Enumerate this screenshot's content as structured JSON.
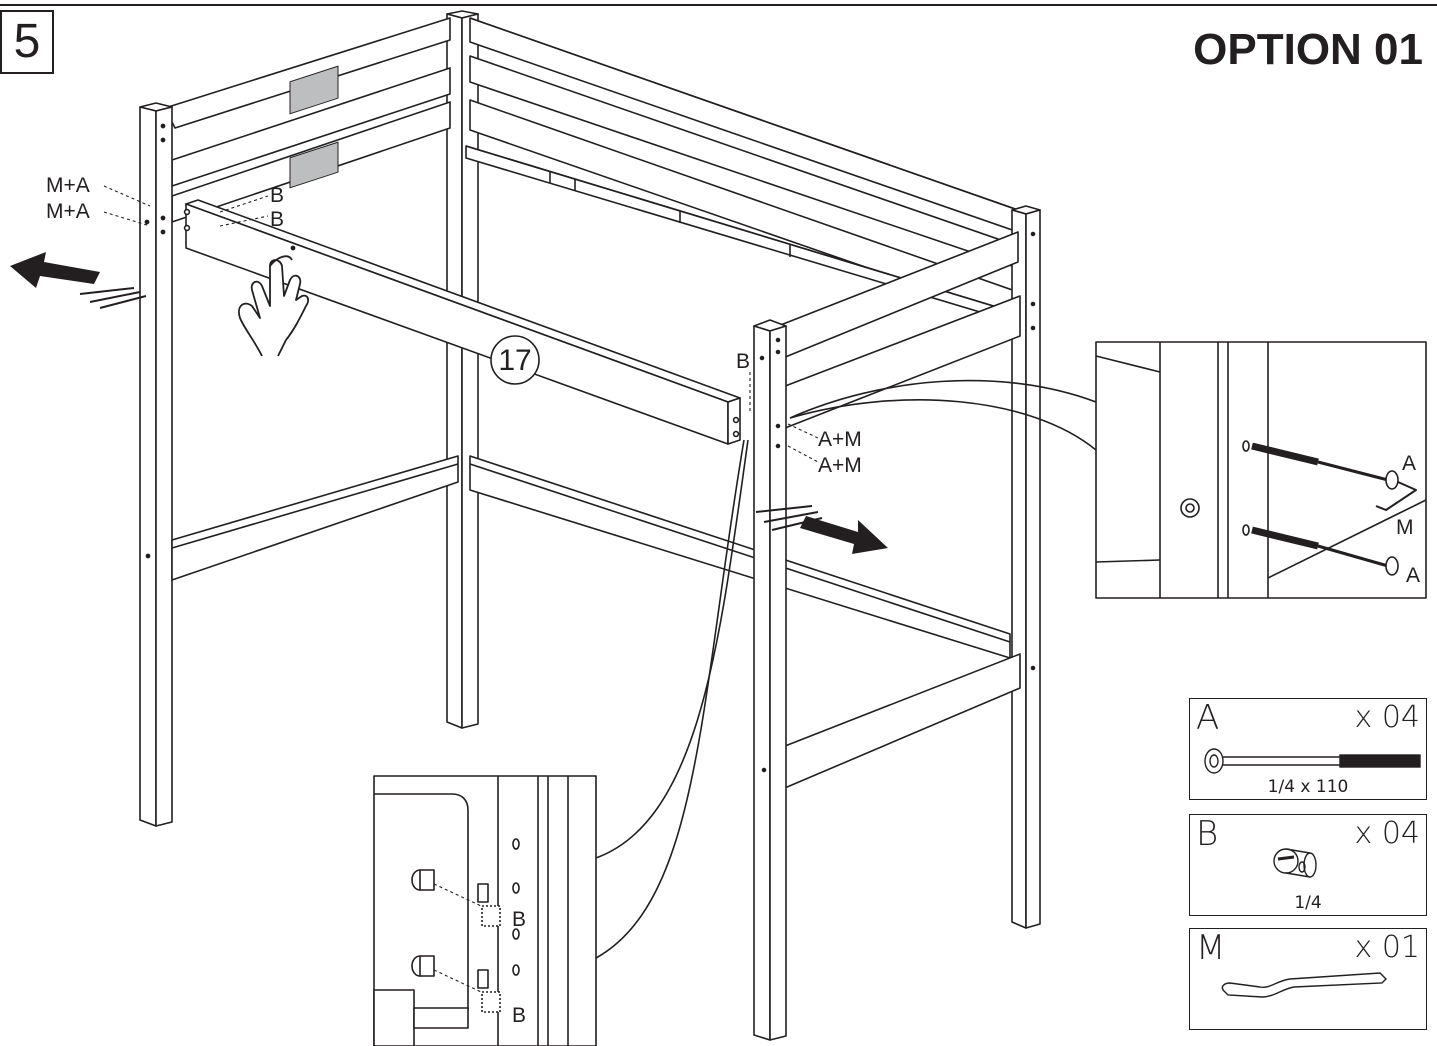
{
  "step": {
    "number": "5"
  },
  "option_title": "OPTION 01",
  "part": {
    "number": "17"
  },
  "callouts": {
    "left_top": "M+A",
    "left_bottom": "M+A",
    "left_b_top": "B",
    "left_b_bottom": "B",
    "right_b": "B",
    "right_top": "A+M",
    "right_bottom": "A+M"
  },
  "detail_bolt": {
    "label_a_top": "A",
    "label_m": "M",
    "label_a_bottom": "A"
  },
  "detail_barrel": {
    "label_b_top": "B",
    "label_b_bottom": "B"
  },
  "hardware": [
    {
      "code": "A",
      "quantity": "x 04",
      "size": "1/4 x 110",
      "icon": "hex-socket-bolt-icon"
    },
    {
      "code": "B",
      "quantity": "x 04",
      "size": "1/4",
      "icon": "barrel-nut-icon"
    },
    {
      "code": "M",
      "quantity": "x 01",
      "size": "",
      "icon": "allen-key-icon"
    }
  ]
}
